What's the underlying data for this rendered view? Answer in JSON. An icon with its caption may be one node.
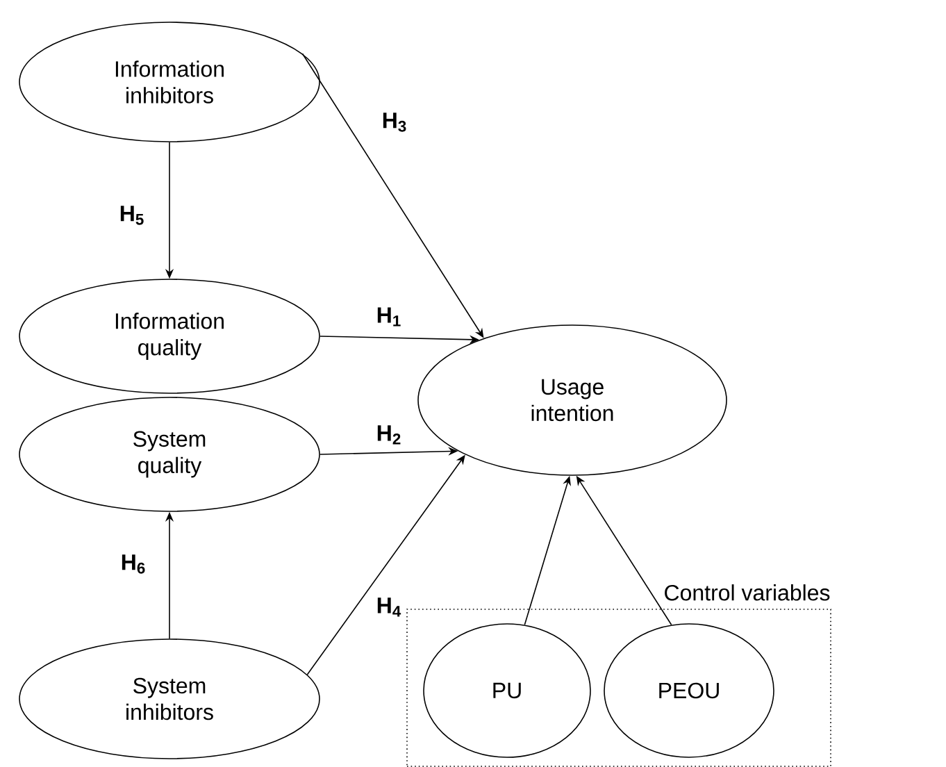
{
  "diagram": {
    "nodes": [
      {
        "text": [
          "Information inhibitors"
        ]
      },
      {
        "text": [
          "Information quality"
        ]
      },
      {
        "text": [
          "System quality"
        ]
      },
      {
        "text": [
          "System inhibitors"
        ]
      },
      {
        "text": [
          "Usage intention"
        ]
      },
      {
        "text": [
          "Control variables"
        ]
      },
      {
        "text": [
          "PU"
        ],
        "in": 5
      },
      {
        "text": [
          "PEOU"
        ],
        "in": 5
      }
    ],
    "edges": [
      {
        "from": 0,
        "to": 1,
        "arrow": "to",
        "label": "H$_{5}$"
      },
      {
        "from": 0,
        "to": 4,
        "arrow": "to",
        "label": "H$_{3}$"
      },
      {
        "from": 1,
        "to": 4,
        "arrow": "to",
        "label": "H$_{1}$"
      },
      {
        "from": 2,
        "to": 4,
        "arrow": "to",
        "label": "H$_{2}$"
      },
      {
        "from": 3,
        "to": 4,
        "arrow": "to",
        "label": "H$_{4}$"
      },
      {
        "from": 3,
        "to": 2,
        "arrow": "to",
        "label": "H$_{6}$"
      },
      {
        "from": 6,
        "to": 4,
        "arrow": "to"
      },
      {
        "from": 7,
        "to": 4,
        "arrow": "to"
      }
    ]
  }
}
